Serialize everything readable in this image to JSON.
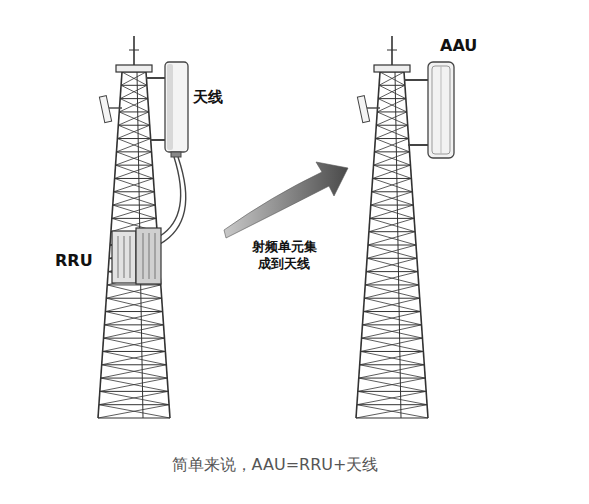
{
  "diagram": {
    "caption": "简单来说，AAU=RRU+天线",
    "labels": [
      "天线",
      "RRU",
      "射频单元集 成到天线",
      "AAU"
    ]
  }
}
